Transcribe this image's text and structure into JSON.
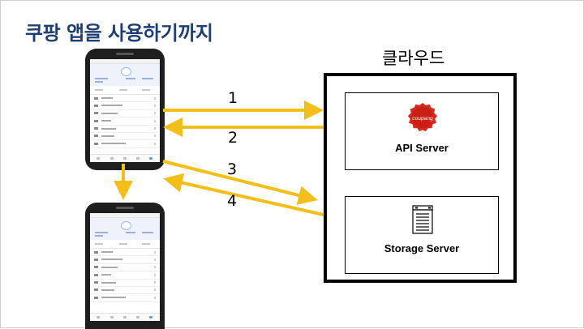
{
  "slide": {
    "title": "쿠팡 앱을 사용하기까지",
    "cloud_label": "클라우드"
  },
  "servers": {
    "api": {
      "label": "API Server",
      "icon": "coupang-logo-icon",
      "logo_color": "#d52b1e"
    },
    "storage": {
      "label": "Storage Server",
      "icon": "database-server-icon"
    }
  },
  "arrows": {
    "color": "#f2be1a",
    "labels": [
      "1",
      "2",
      "3",
      "4"
    ]
  },
  "colors": {
    "title": "#1f3f73",
    "arrow": "#f2be1a",
    "border": "#000000"
  }
}
